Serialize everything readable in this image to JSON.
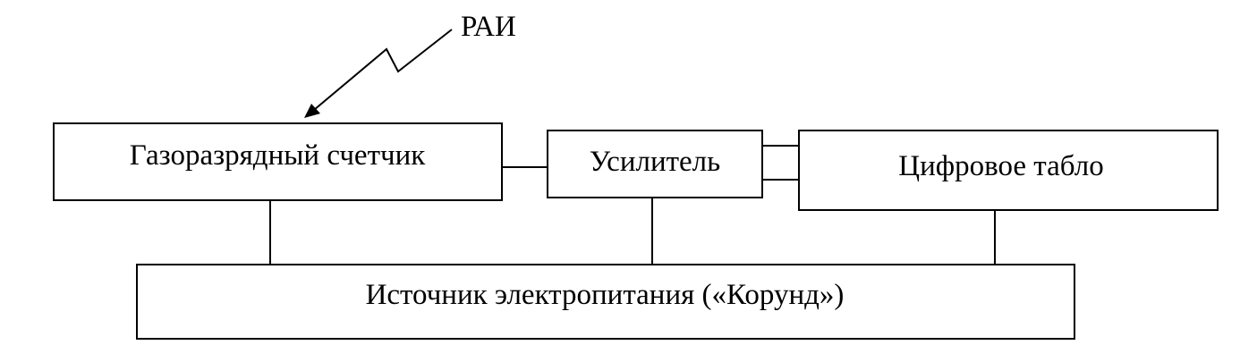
{
  "diagram": {
    "source_label": "РАИ",
    "blocks": {
      "counter": "Газоразрядный счетчик",
      "amplifier": "Усилитель",
      "display": "Цифровое табло",
      "power": "Источник электропитания («Корунд»)"
    }
  }
}
